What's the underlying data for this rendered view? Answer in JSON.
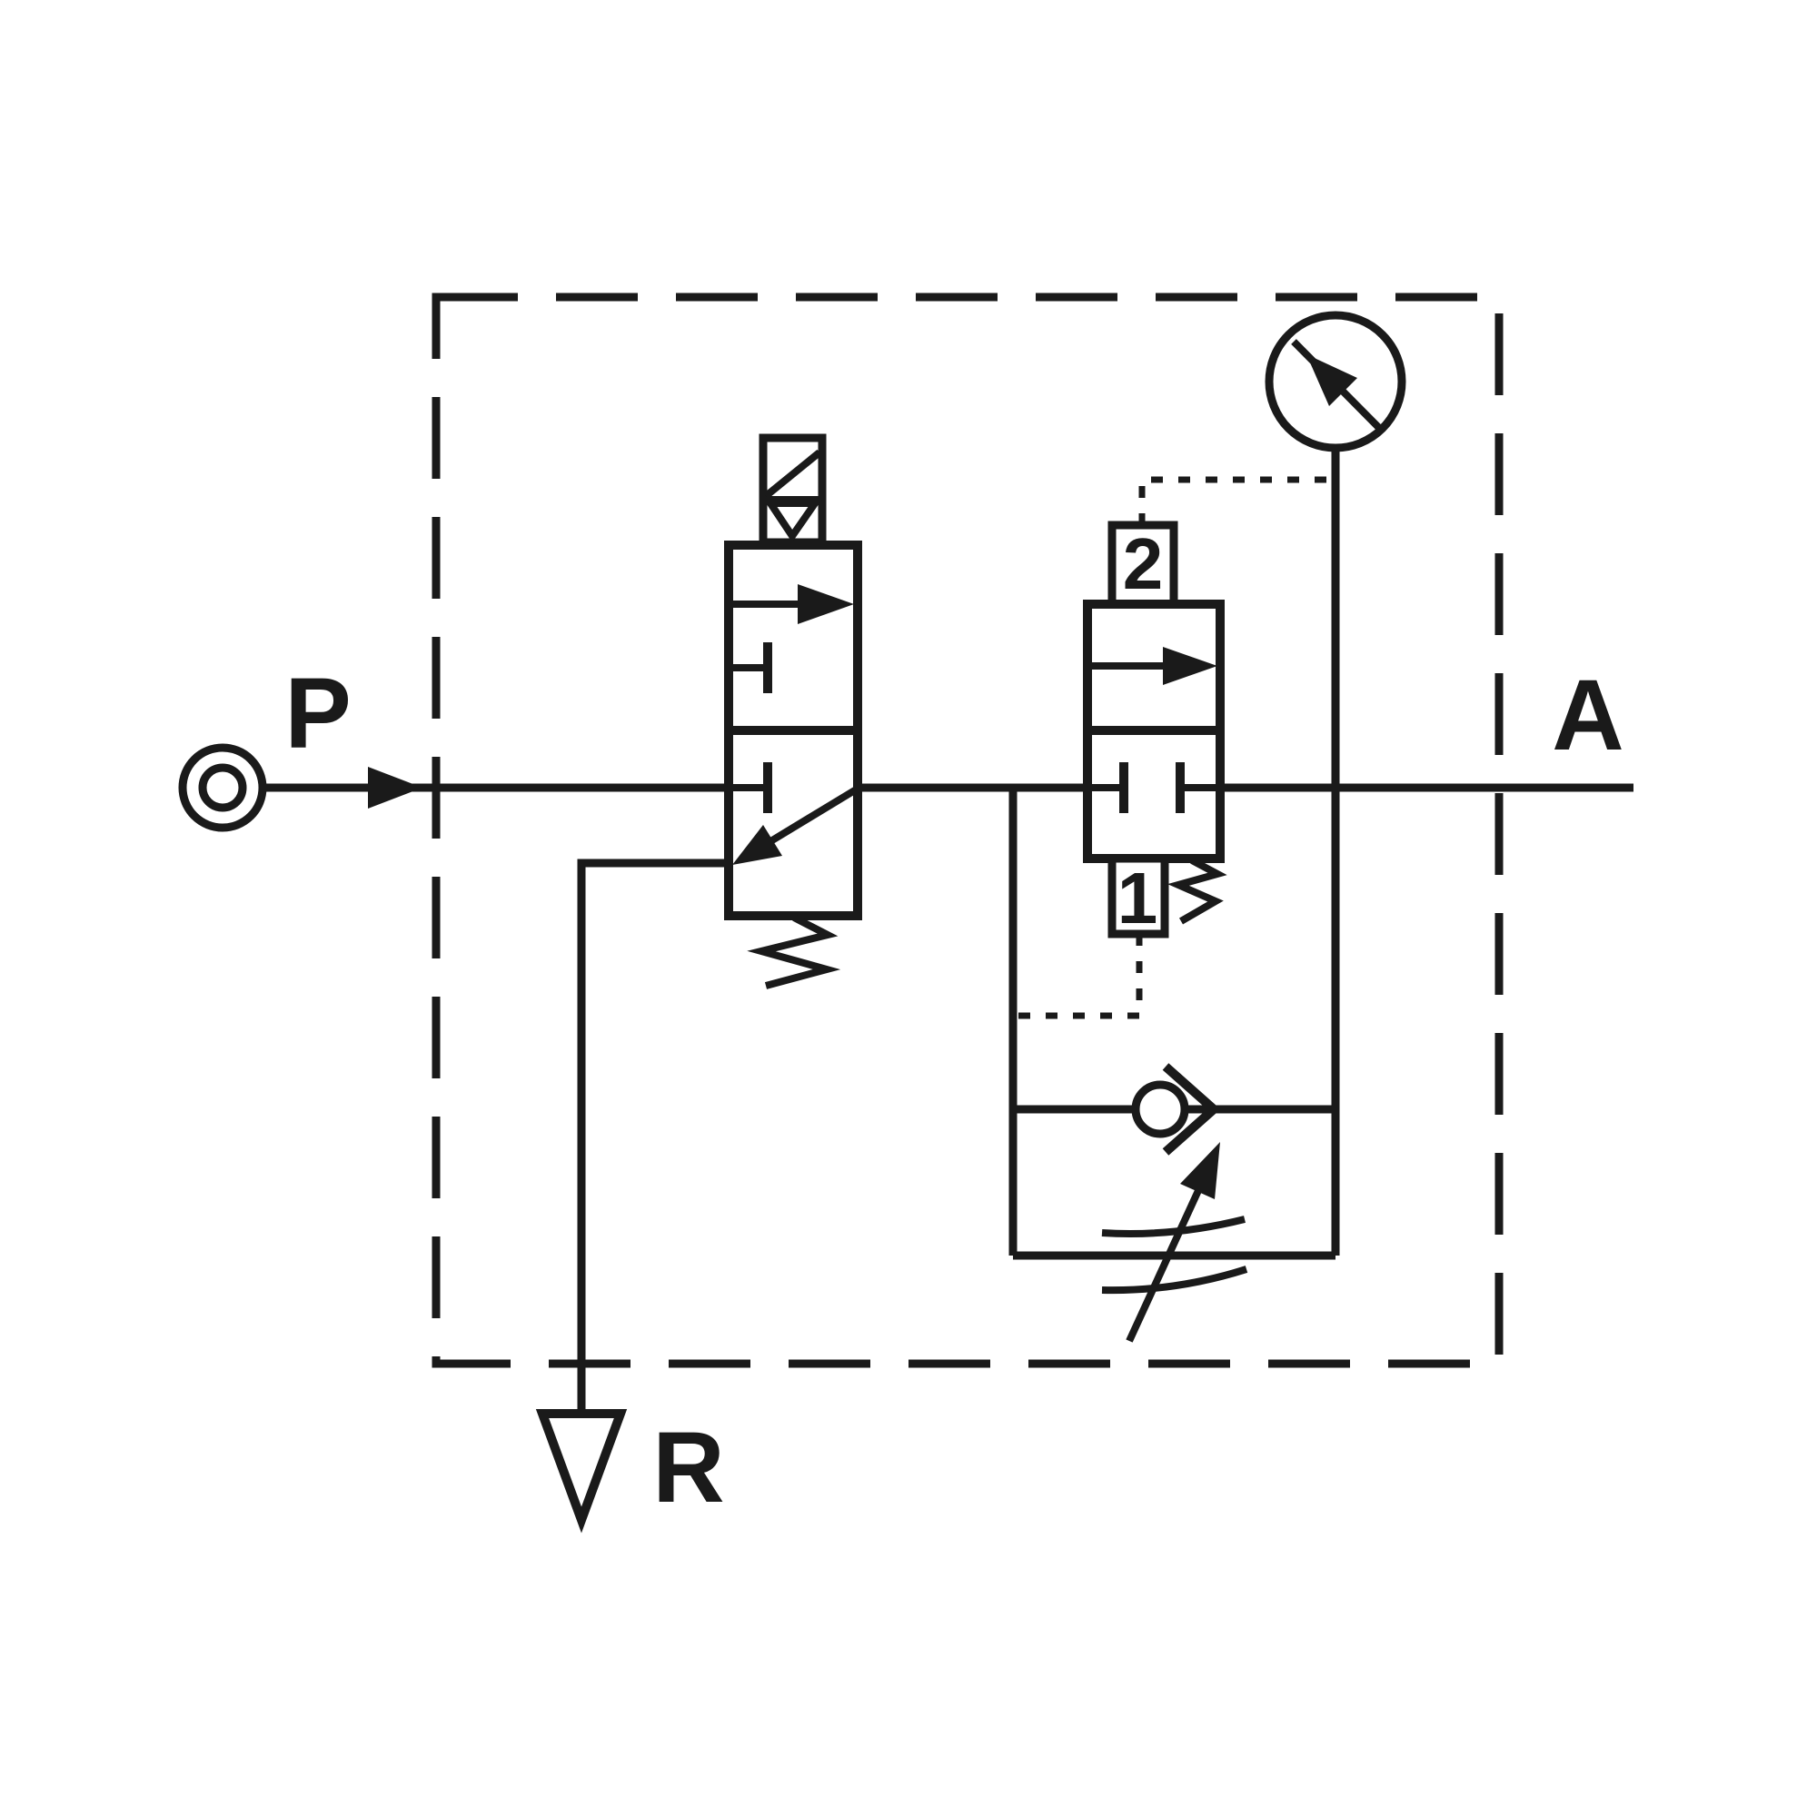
{
  "diagram": {
    "kind": "pneumatic-circuit-schematic",
    "colors": {
      "line": "#1a1a1a",
      "background": "#ffffff"
    },
    "labels": {
      "port_p": "P",
      "port_a": "A",
      "port_r": "R",
      "regulator_port_top": "2",
      "regulator_port_bottom": "1"
    },
    "components": {
      "enclosure": "dashed-manifold-boundary",
      "p_port": "pressure-source-port",
      "solenoid_valve": "3-2-solenoid-valve-spring-return",
      "pressure_regulator": "pressure-regulator-valve",
      "pressure_gauge": "pressure-gauge",
      "check_valve": "check-valve",
      "throttle": "adjustable-flow-restrictor",
      "r_port": "exhaust-port",
      "a_port": "outlet-port"
    }
  }
}
